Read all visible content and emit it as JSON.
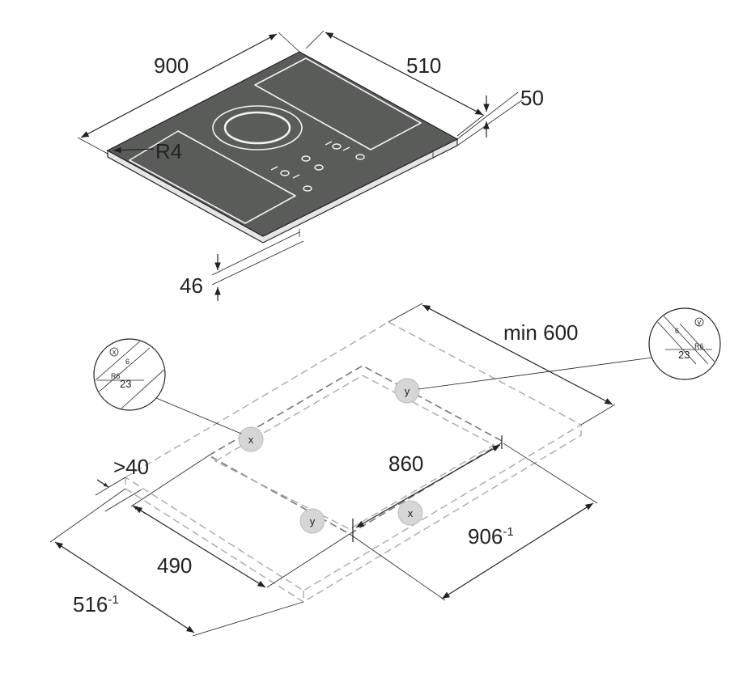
{
  "colors": {
    "glass": "#5a5c5a",
    "zone_outline": "#f2f2f2",
    "line": "#222222",
    "cutout_dash": "#777777",
    "marker_fill": "#d6d6d6"
  },
  "hob": {
    "width_label": "900",
    "depth_label": "510",
    "thickness_label": "50",
    "underside_label": "46",
    "radius_label": "R4"
  },
  "cutout": {
    "min_label": "min 600",
    "front_gap_label": ">40",
    "inner_width_label": "860",
    "outer_width_label": "906",
    "outer_width_tol": "-1",
    "inner_depth_label": "490",
    "outer_depth_label": "516",
    "outer_depth_tol": "-1"
  },
  "markers": {
    "x_label": "x",
    "y_label": "y"
  },
  "detail_x": {
    "tag": "x",
    "radius": "R6",
    "depth": "6",
    "width": "23"
  },
  "detail_y": {
    "tag": "y",
    "radius": "R6",
    "depth": "6",
    "width": "23"
  }
}
